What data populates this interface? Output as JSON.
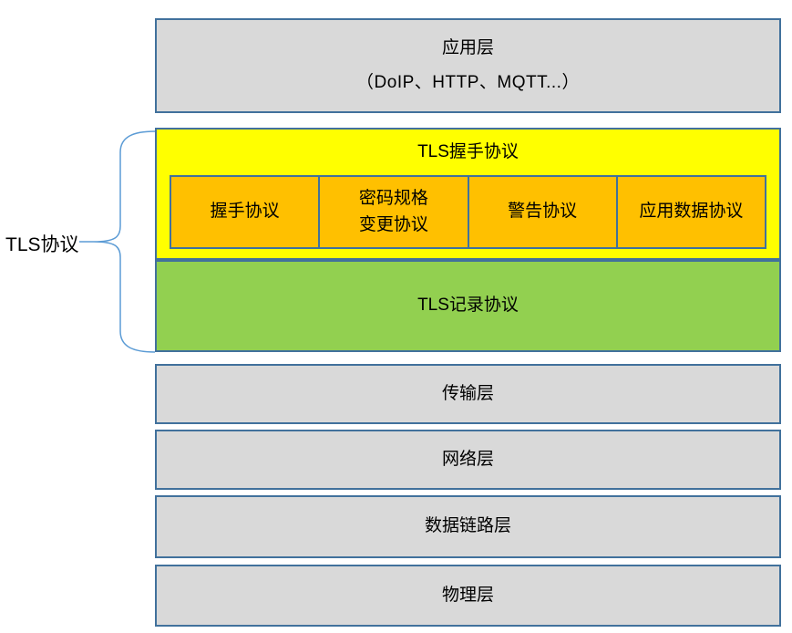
{
  "colors": {
    "border_blue": "#41719C",
    "gray_fill": "#D9D9D9",
    "yellow_fill": "#FFFF00",
    "orange_fill": "#FFC000",
    "green_fill": "#92D050",
    "brace_blue": "#5B9BD5",
    "text": "#000000"
  },
  "diagram": {
    "application_layer": {
      "line1": "应用层",
      "line2": "（DoIP、HTTP、MQTT...）"
    },
    "tls_protocol_label": "TLS协议",
    "tls_handshake": {
      "title": "TLS握手协议",
      "sub_protocols": [
        {
          "line1": "握手协议",
          "line2": ""
        },
        {
          "line1": "密码规格",
          "line2": "变更协议"
        },
        {
          "line1": "警告协议",
          "line2": ""
        },
        {
          "line1": "应用数据协议",
          "line2": ""
        }
      ]
    },
    "tls_record": {
      "title": "TLS记录协议"
    },
    "lower_layers": [
      {
        "label": "传输层"
      },
      {
        "label": "网络层"
      },
      {
        "label": "数据链路层"
      },
      {
        "label": "物理层"
      }
    ]
  }
}
